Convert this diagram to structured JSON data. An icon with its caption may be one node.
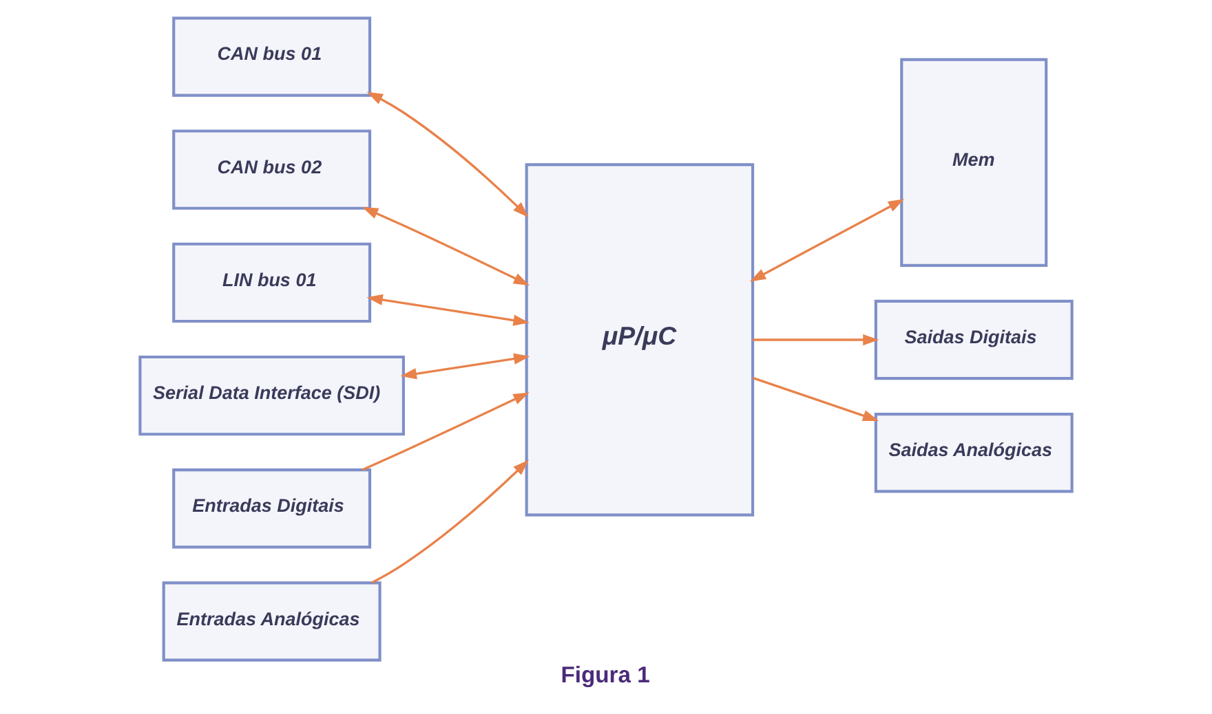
{
  "diagram": {
    "caption": "Figura 1",
    "nodes": [
      {
        "text": [
          "CAN bus 01"
        ]
      },
      {
        "text": [
          "CAN bus 02"
        ]
      },
      {
        "text": [
          "LIN bus 01"
        ]
      },
      {
        "text": [
          "Serial Data Interface (SDI)"
        ]
      },
      {
        "text": [
          "μP/μC"
        ]
      },
      {
        "text": [
          "Mem"
        ]
      },
      {
        "text": [
          "Entradas Digitais"
        ]
      },
      {
        "text": [
          "Entradas Analógicas"
        ]
      },
      {
        "text": [
          "Saidas Digitais"
        ]
      },
      {
        "text": [
          "Saidas Analógicas"
        ]
      }
    ],
    "edges": [
      {
        "from": 0,
        "to": 4,
        "arrow": "both"
      },
      {
        "from": 1,
        "to": 4,
        "arrow": "both"
      },
      {
        "from": 2,
        "to": 4,
        "arrow": "both"
      },
      {
        "from": 3,
        "to": 4,
        "arrow": "both"
      },
      {
        "from": 4,
        "to": 5,
        "arrow": "both"
      },
      {
        "from": 6,
        "to": 4,
        "arrow": "to"
      },
      {
        "from": 7,
        "to": 4,
        "arrow": "to"
      },
      {
        "from": 4,
        "to": 8,
        "arrow": "to"
      },
      {
        "from": 4,
        "to": 9,
        "arrow": "to"
      }
    ]
  }
}
